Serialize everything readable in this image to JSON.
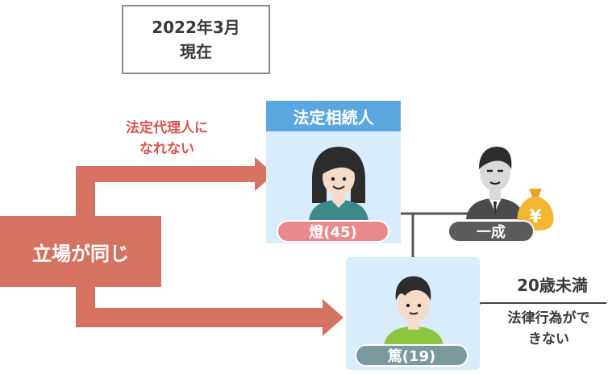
{
  "date_box": {
    "line1": "2022年3月",
    "line2": "現在"
  },
  "guardian_note": {
    "line1": "法定代理人に",
    "line2": "なれない"
  },
  "same_position": "立場が同じ",
  "legal_heir_header": "法定相続人",
  "persons": {
    "mother": "燈(45)",
    "father": "一成",
    "child": "篤(19)"
  },
  "note_under20": "20歳未満",
  "note_legal_acts": {
    "line1": "法律行為がで",
    "line2": "きない"
  },
  "icons": [
    "woman-avatar-icon",
    "man-avatar-icon",
    "child-avatar-icon",
    "money-bag-yen-icon"
  ],
  "colors": {
    "arrow": "#d67262",
    "heir_header": "#5aa6de",
    "panel": "#d9ecfb",
    "mother_pill": "#e9898d",
    "father_pill": "#5b5b5b",
    "child_pill": "#7b9aa0",
    "guardian_text": "#d9534f",
    "bag": "#f2b632"
  }
}
